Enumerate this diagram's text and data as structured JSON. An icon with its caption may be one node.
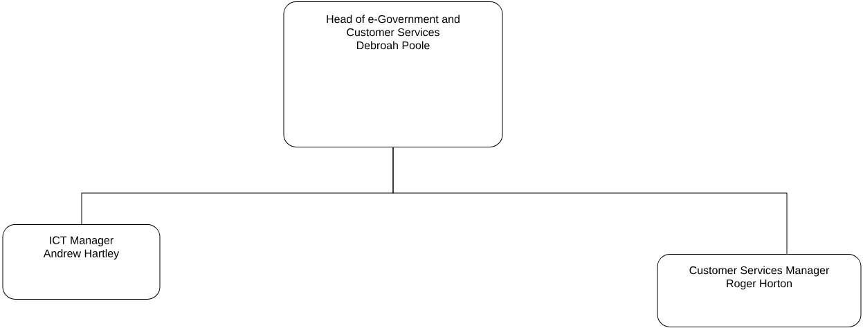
{
  "diagram": {
    "nodes": [
      {
        "text": [
          "Head of e-Government and Customer Services",
          "Debroah Poole"
        ]
      },
      {
        "text": [
          "ICT Manager",
          "Andrew Hartley"
        ]
      },
      {
        "text": [
          "Customer Services Manager",
          "Roger Horton"
        ]
      }
    ],
    "edges": [
      {
        "from": 0,
        "to": 1,
        "arrow": "none"
      },
      {
        "from": 0,
        "to": 2,
        "arrow": "none"
      }
    ]
  }
}
